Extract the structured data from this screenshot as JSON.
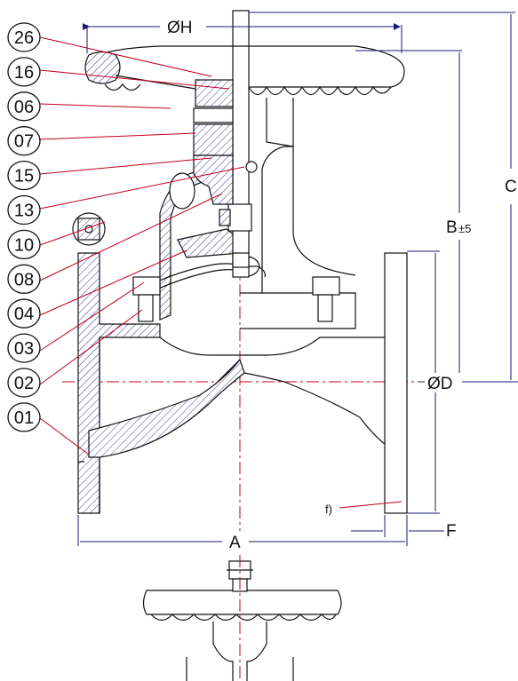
{
  "callouts": [
    {
      "id": "26"
    },
    {
      "id": "16"
    },
    {
      "id": "06"
    },
    {
      "id": "07"
    },
    {
      "id": "15"
    },
    {
      "id": "13"
    },
    {
      "id": "10"
    },
    {
      "id": "08"
    },
    {
      "id": "04"
    },
    {
      "id": "03"
    },
    {
      "id": "02"
    },
    {
      "id": "01"
    }
  ],
  "dimensions": {
    "handwheel_diameter": "ØH",
    "height_total": "C",
    "height_b": "B",
    "height_b_tolerance": "±5",
    "flange_diameter": "ØD",
    "face_to_face": "A",
    "flange_thickness": "F",
    "note": "f)"
  }
}
